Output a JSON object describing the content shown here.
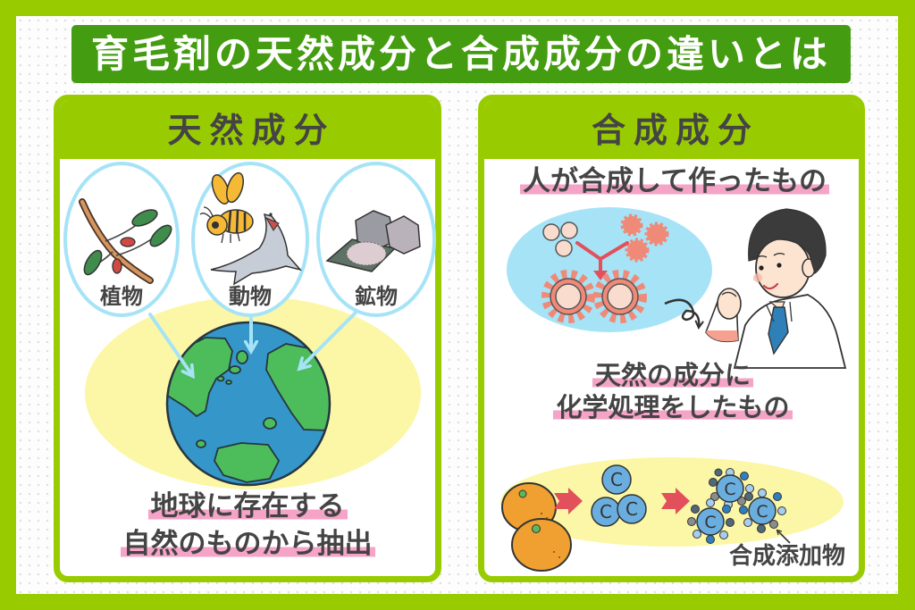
{
  "title": "育毛剤の天然成分と合成成分の違いとは",
  "colors": {
    "frame": "#99cc00",
    "banner": "#449c10",
    "text": "#444444",
    "highlight": "#f5a3c7",
    "bubble_outline": "#a6e3f7",
    "yellow_backdrop": "#fbf7a6",
    "earth_ocean": "#3597c9",
    "earth_land": "#4dbd5b",
    "gear": "#f08a78",
    "arrow_red": "#e2505b",
    "carbon_blue": "#6aaee0"
  },
  "natural": {
    "header": "天然成分",
    "sources": [
      {
        "label": "植物",
        "icon": "plant-branch-icon"
      },
      {
        "label": "動物",
        "icon": "bee-and-shark-icon"
      },
      {
        "label": "鉱物",
        "icon": "rocks-icon"
      }
    ],
    "illustration": "earth-icon",
    "description": [
      "地球に存在する",
      "自然のものから抽出"
    ]
  },
  "synthetic": {
    "header": "合成成分",
    "subtitle": "人が合成して作ったもの",
    "illustration_top": "chemical-reaction-scientist",
    "description": [
      "天然の成分に",
      "化学処理をしたもの"
    ],
    "illustration_bottom": "orange-to-carbon-to-additive",
    "atom_symbol": "C",
    "additive_label": "合成添加物"
  }
}
